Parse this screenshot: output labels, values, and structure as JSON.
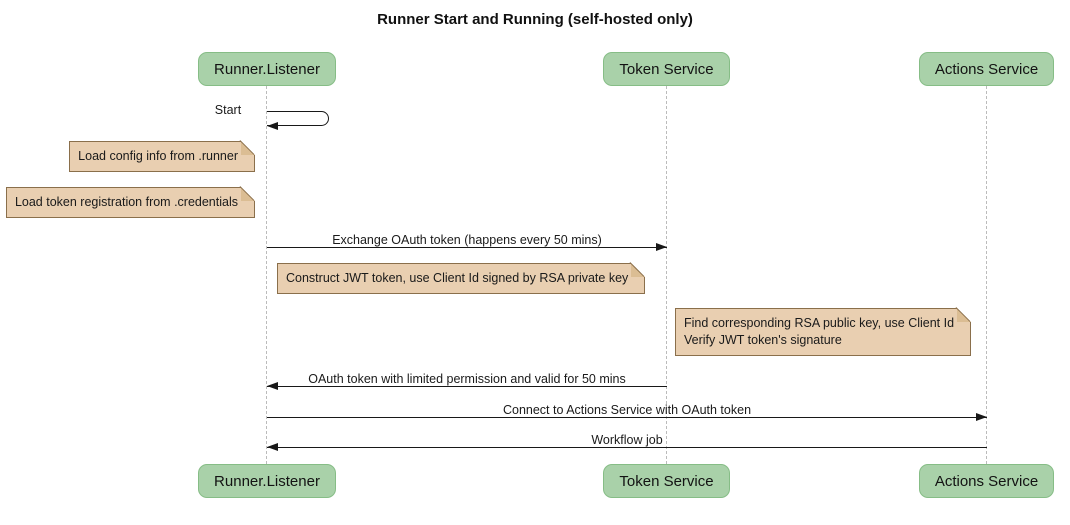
{
  "title": "Runner Start and Running (self-hosted only)",
  "participants": [
    {
      "label": "Runner.Listener"
    },
    {
      "label": "Token Service"
    },
    {
      "label": "Actions Service"
    }
  ],
  "messages": [
    {
      "label": "Start",
      "from": "Runner.Listener",
      "to": "Runner.Listener",
      "kind": "self"
    },
    {
      "label": "Exchange OAuth token (happens every 50 mins)",
      "from": "Runner.Listener",
      "to": "Token Service",
      "kind": "solid-arrow"
    },
    {
      "label": "OAuth token with limited permission and valid for 50 mins",
      "from": "Token Service",
      "to": "Runner.Listener",
      "kind": "solid-arrow"
    },
    {
      "label": "Connect to Actions Service with OAuth token",
      "from": "Runner.Listener",
      "to": "Actions Service",
      "kind": "solid-arrow"
    },
    {
      "label": "Workflow job",
      "from": "Actions Service",
      "to": "Runner.Listener",
      "kind": "solid-arrow"
    }
  ],
  "notes": [
    {
      "text": "Load config info from .runner",
      "position": "left of Runner.Listener"
    },
    {
      "text": "Load token registration from .credentials",
      "position": "left of Runner.Listener"
    },
    {
      "text": "Construct JWT token, use Client Id signed by RSA private key",
      "position": "left of Token Service"
    },
    {
      "text": "Find corresponding RSA public key, use Client Id\nVerify JWT token's signature",
      "position": "left of Actions Service"
    }
  ],
  "colors": {
    "participant_fill": "#A9D1A9",
    "participant_border": "#86BD86",
    "note_fill": "#E9CFB1",
    "note_border": "#8A6F4B",
    "lifeline": "#BBBBBB",
    "arrow": "#181818",
    "background": "#FFFFFF"
  }
}
